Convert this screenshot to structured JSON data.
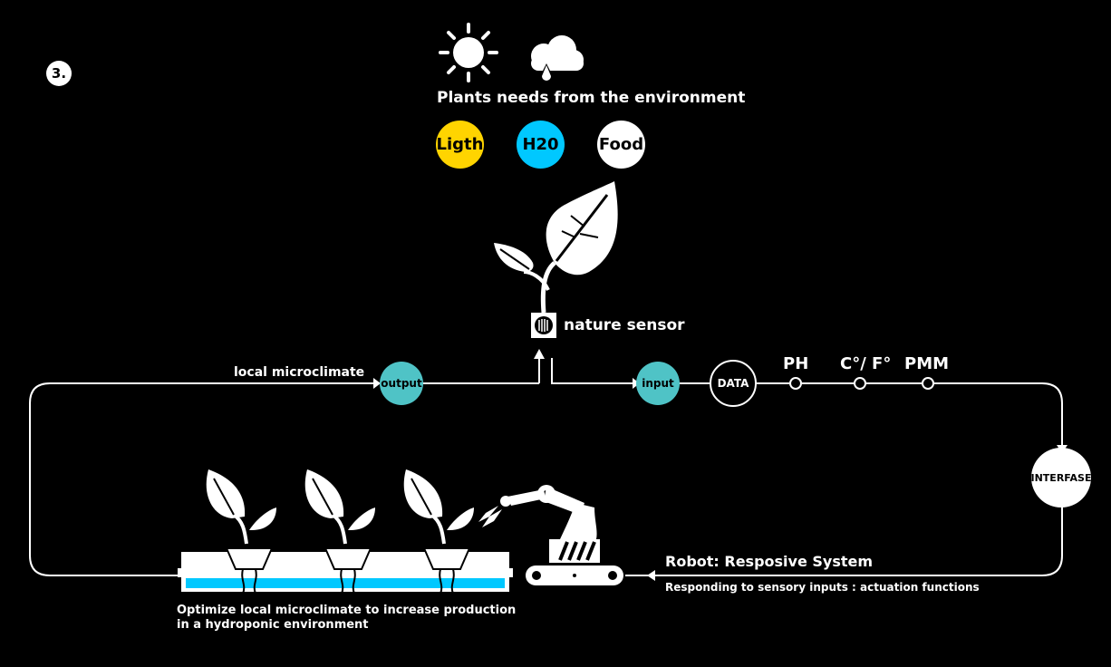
{
  "step_number": "3.",
  "heading": "Plants needs from the environment",
  "needs": [
    {
      "label": "Ligth",
      "color": "#ffd400"
    },
    {
      "label": "H20",
      "color": "#00c8ff"
    },
    {
      "label": "Food",
      "color": "#ffffff"
    }
  ],
  "sensor_label": "nature sensor",
  "loop_label": "local microclimate",
  "output_label": "output",
  "input_label": "input",
  "data_label": "DATA",
  "measurements": [
    "PH",
    "C°/ F°",
    "PMM"
  ],
  "interface_label": "INTERFASE",
  "robot_title": "Robot: Resposive System",
  "robot_subtitle": "Responding to sensory inputs : actuation functions",
  "caption_line1": "Optimize local microclimate to increase production",
  "caption_line2": "in a hydroponic environment",
  "icons": [
    "sun-icon",
    "rain-cloud-icon",
    "plant-icon",
    "sensor-icon",
    "robot-arm-icon",
    "seedling-icon"
  ],
  "colors": {
    "teal": "#4fc3c6",
    "water": "#00c8ff",
    "light": "#ffd400"
  }
}
